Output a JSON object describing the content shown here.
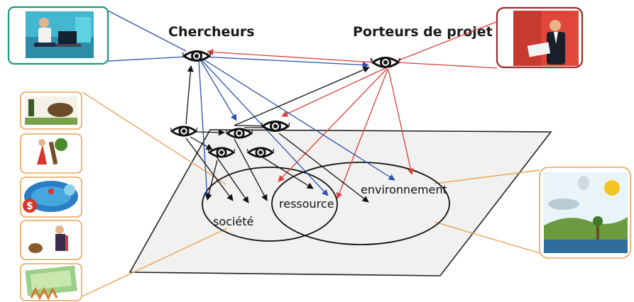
{
  "labels": {
    "chercheurs": "Chercheurs",
    "porteurs": "Porteurs de projet",
    "societe": "société",
    "ressource": "ressource",
    "environnement": "environnement"
  },
  "colors": {
    "red": "#d9403a",
    "blue": "#2d4fb0",
    "black": "#111111",
    "orange": "#e7a35a",
    "teal": "#1e9a7a",
    "darkred": "#9c2a2a",
    "plane": "#f1f1ef"
  },
  "icons": {
    "left_column": [
      "farmer-ox-icon",
      "worker-tree-icon",
      "money-globe-icon",
      "chicken-person-icon",
      "cash-icon"
    ],
    "top_left": "researcher-computer-icon",
    "top_right": "businessman-reading-icon",
    "right": "water-cycle-icon",
    "eye": "eye-icon"
  }
}
